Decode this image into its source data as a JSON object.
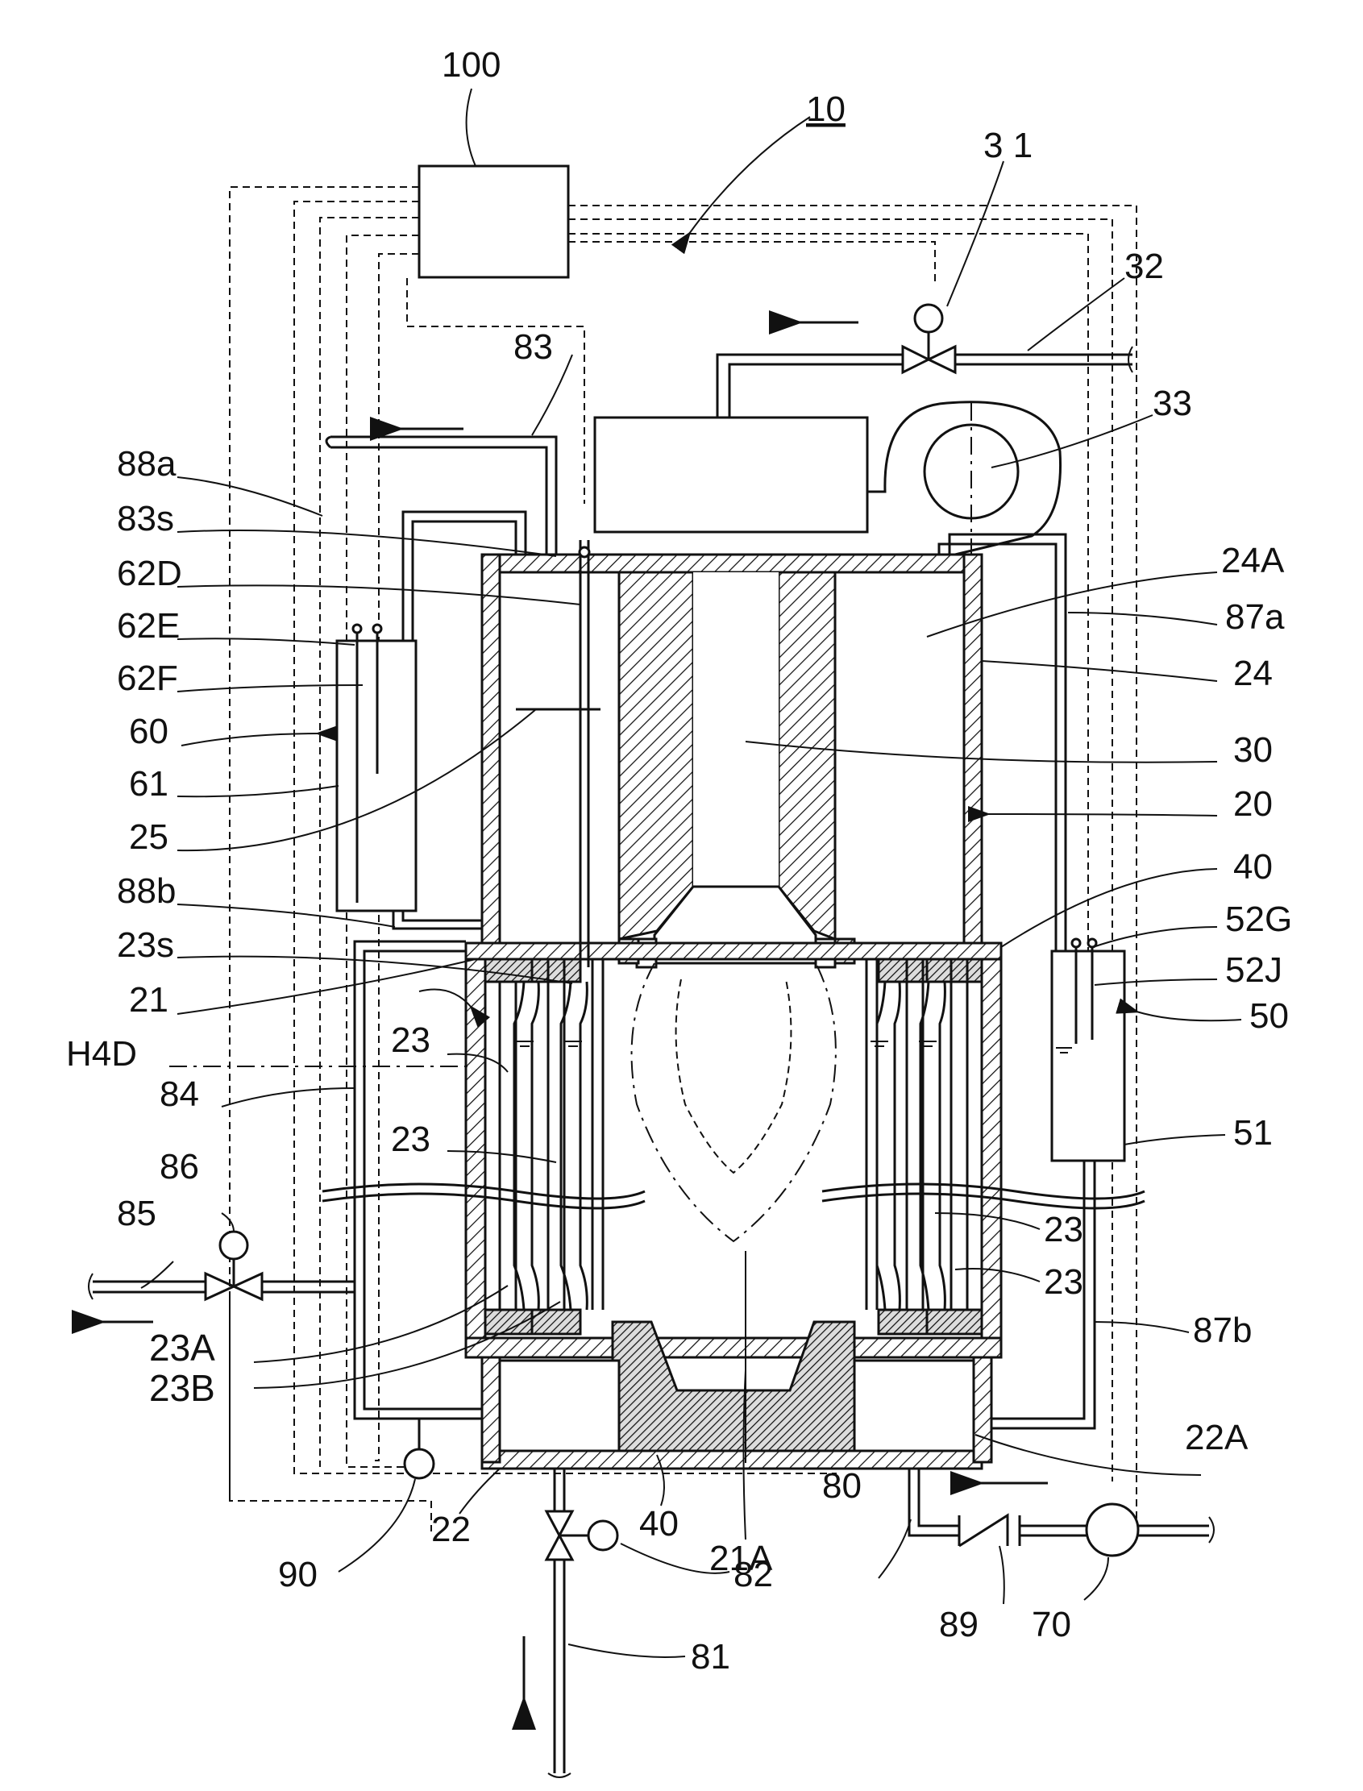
{
  "labels": {
    "l100": "100",
    "l10": "10",
    "l31": "3 1",
    "l32": "32",
    "l33": "33",
    "l83": "83",
    "l88a": "88a",
    "l83s": "83s",
    "l62D": "62D",
    "l62E": "62E",
    "l62F": "62F",
    "l60": "60",
    "l61": "61",
    "l25": "25",
    "l88b": "88b",
    "l23s": "23s",
    "l21": "21",
    "lH4D": "H4D",
    "l23a": "23",
    "l23b": "23",
    "l84": "84",
    "l86": "86",
    "l85": "85",
    "l23A": "23A",
    "l23B": "23B",
    "l90": "90",
    "l22": "22",
    "l40b": "40",
    "l21A": "21A",
    "l82": "82",
    "l81": "81",
    "l80": "80",
    "l89": "89",
    "l70": "70",
    "l22A": "22A",
    "l87b": "87b",
    "l23c": "23",
    "l23d": "23",
    "l51": "51",
    "l50": "50",
    "l52J": "52J",
    "l52G": "52G",
    "l40a": "40",
    "l20": "20",
    "l30": "30",
    "l24": "24",
    "l87a": "87a",
    "l24A": "24A"
  }
}
